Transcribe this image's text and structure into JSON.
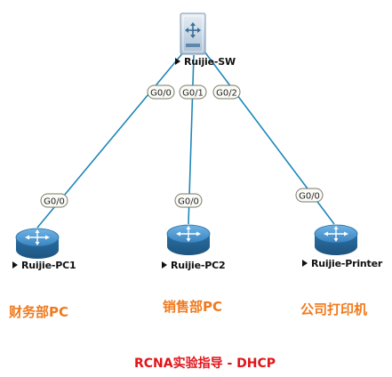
{
  "diagram": {
    "switch": {
      "name": "Ruijie-SW",
      "ports": [
        "G0/0",
        "G0/1",
        "G0/2"
      ]
    },
    "devices": [
      {
        "name": "Ruijie-PC1",
        "port": "G0/0",
        "dept": "财务部PC"
      },
      {
        "name": "Ruijie-PC2",
        "port": "G0/0",
        "dept": "销售部PC"
      },
      {
        "name": "Ruijie-Printer",
        "port": "G0/0",
        "dept": "公司打印机"
      }
    ],
    "caption": "RCNA实验指导 - DHCP"
  },
  "colors": {
    "link": "#1f87b8",
    "port_fill": "#fbfbf7",
    "port_stroke": "#7a7a6a",
    "router_body": "#2a6fa3",
    "router_top": "#4f9ed6",
    "switch_body": "#c8d8e8",
    "dept_text": "#f07a1e",
    "caption_text": "#e0141a"
  }
}
